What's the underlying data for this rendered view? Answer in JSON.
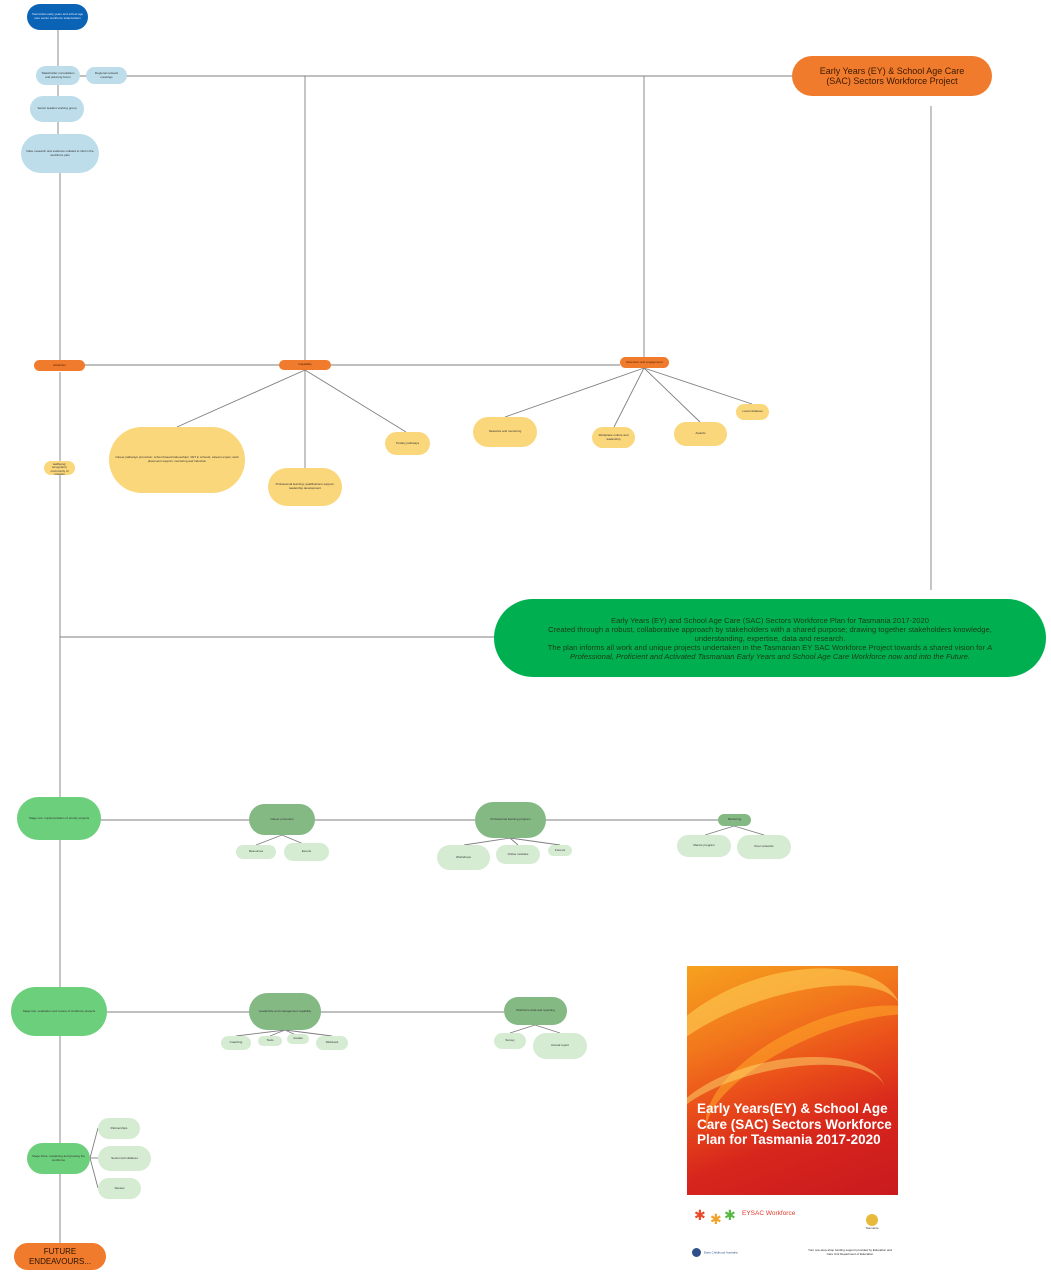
{
  "colors": {
    "navy": "#0a63b5",
    "light_blue": "#bcdde9",
    "orange": "#f07b2c",
    "yellow": "#fbd77c",
    "green": "#00b050",
    "line": "#7f7f7f"
  },
  "project_title": "Early Years (EY) & School Age Care (SAC) Sectors Workforce Project",
  "plan": {
    "line1": "Early Years (EY) and School Age Care (SAC) Sectors Workforce Plan for Tasmania 2017-2020",
    "line2": "Created through a robust, collaborative approach by stakeholders with a shared purpose; drawing together stakeholders knowledge, understanding, expertise, data and research.",
    "line3": "The plan informs all work and unique projects undertaken in the Tasmanian EY SAC Workforce Project towards a shared vision for",
    "line3_italic": "A Professional, Proficient and Activated Tasmanian Early Years and School Age Care Workforce now and into the Future."
  },
  "future_label": "FUTURE ENDEAVOURS...",
  "cover": {
    "title": "Early Years(EY) & School Age Care (SAC) Sectors Workforce Plan for Tasmania 2017-2020",
    "brand": "EYSAC Workforce",
    "partner": "Tasmania",
    "org": "Early Childhood Australia",
    "note": "Your one-stop-shop funding support provided by Education and Care Unit Department of Education"
  },
  "small_nodes": [
    {
      "id": "top",
      "text": "Tasmanian early years and school age care sector workforce stakeholders"
    },
    {
      "id": "b1",
      "text": "Stakeholder consultation and planning forum"
    },
    {
      "id": "b1r",
      "text": "Regional network meetings"
    },
    {
      "id": "b2",
      "text": "Sector leaders working group"
    },
    {
      "id": "b3",
      "text": "Data, research and evidence collated to inform the workforce plan"
    },
    {
      "id": "o1",
      "text": "Attraction"
    },
    {
      "id": "o2",
      "text": "Capability"
    },
    {
      "id": "o3",
      "text": "Retention and engagement"
    },
    {
      "id": "y1",
      "text": "Career pathways promotion; school based traineeships; VET in schools; careers expos; work placement support; mentoring and induction"
    },
    {
      "id": "y2",
      "text": "Professional learning; qualifications support; leadership development"
    },
    {
      "id": "y3",
      "text": "Tertiary pathways"
    },
    {
      "id": "y4",
      "text": "Workforce wellbeing; recognition; community of practice"
    },
    {
      "id": "y5",
      "text": "Networks and mentoring"
    },
    {
      "id": "y6",
      "text": "Workplace culture and leadership"
    },
    {
      "id": "y7",
      "text": "Awards"
    },
    {
      "id": "y8",
      "text": "Local initiatives"
    },
    {
      "id": "g1",
      "text": "Stage one: implementation of priority projects"
    },
    {
      "id": "g2",
      "text": "Career promotion"
    },
    {
      "id": "g2a",
      "text": "Resources"
    },
    {
      "id": "g2b",
      "text": "Events"
    },
    {
      "id": "g3",
      "text": "Professional learning program"
    },
    {
      "id": "g3a",
      "text": "Workshops"
    },
    {
      "id": "g3b",
      "text": "Online modules"
    },
    {
      "id": "g3c",
      "text": "Forums"
    },
    {
      "id": "g4",
      "text": "Mentoring"
    },
    {
      "id": "g4a",
      "text": "Mentor program"
    },
    {
      "id": "g4b",
      "text": "Peer networks"
    },
    {
      "id": "h1",
      "text": "Stage two: evaluation and review of workforce projects"
    },
    {
      "id": "h2",
      "text": "Leadership and management capability"
    },
    {
      "id": "h2a",
      "text": "Coaching"
    },
    {
      "id": "h2b",
      "text": "Tools"
    },
    {
      "id": "h2c",
      "text": "Guides"
    },
    {
      "id": "h2d",
      "text": "Webinars"
    },
    {
      "id": "h3",
      "text": "Workforce data and reporting"
    },
    {
      "id": "h3a",
      "text": "Survey"
    },
    {
      "id": "h3b",
      "text": "Annual report"
    },
    {
      "id": "i1",
      "text": "Stage three: sustaining and growing the workforce"
    },
    {
      "id": "i1a",
      "text": "Partnerships"
    },
    {
      "id": "i1b",
      "text": "Sector led initiatives"
    },
    {
      "id": "i1c",
      "text": "Review"
    }
  ]
}
